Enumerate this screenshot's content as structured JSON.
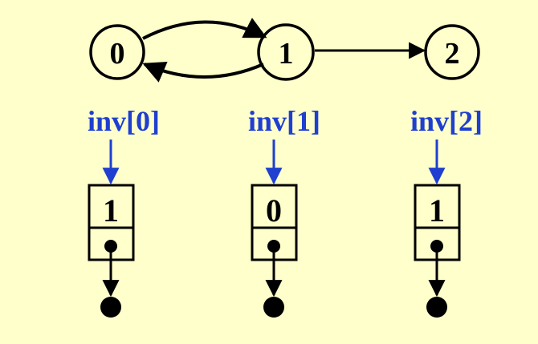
{
  "graph": {
    "nodes": [
      {
        "id": "node-0",
        "label": "0"
      },
      {
        "id": "node-1",
        "label": "1"
      },
      {
        "id": "node-2",
        "label": "2"
      }
    ]
  },
  "inverse_lists": [
    {
      "label": "inv[0]",
      "value": "1"
    },
    {
      "label": "inv[1]",
      "value": "0"
    },
    {
      "label": "inv[2]",
      "value": "1"
    }
  ],
  "colors": {
    "background": "#ffffcc",
    "label_blue": "#1f3fd0",
    "ink": "#000000"
  }
}
